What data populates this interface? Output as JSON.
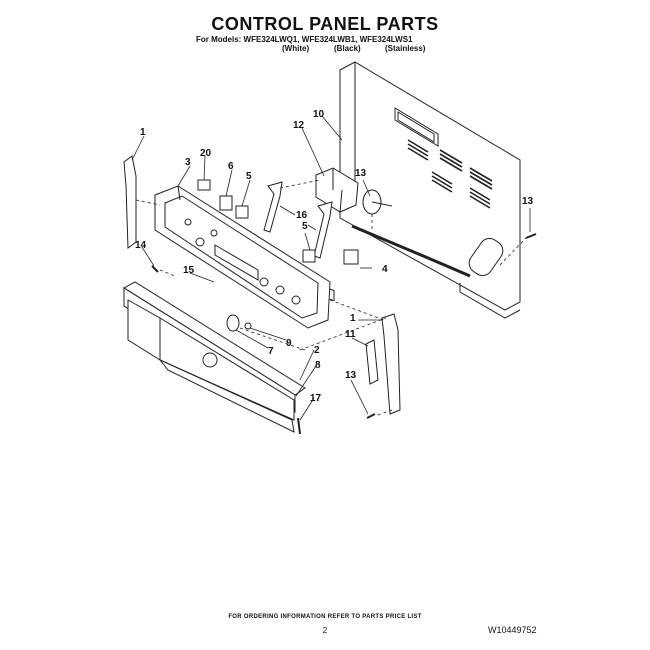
{
  "header": {
    "title": "CONTROL PANEL PARTS",
    "models_line": "For Models: WFE324LWQ1, WFE324LWB1, WFE324LWS1",
    "finishes": [
      "(White)",
      "(Black)",
      "(Stainless)"
    ]
  },
  "callouts": [
    "1",
    "20",
    "3",
    "6",
    "5",
    "10",
    "12",
    "13",
    "16",
    "5",
    "4",
    "13",
    "14",
    "15",
    "1",
    "11",
    "7",
    "9",
    "2",
    "8",
    "13",
    "17"
  ],
  "footer": {
    "note": "FOR ORDERING INFORMATION REFER TO PARTS PRICE LIST",
    "page_number": "2",
    "document_number": "W10449752"
  }
}
